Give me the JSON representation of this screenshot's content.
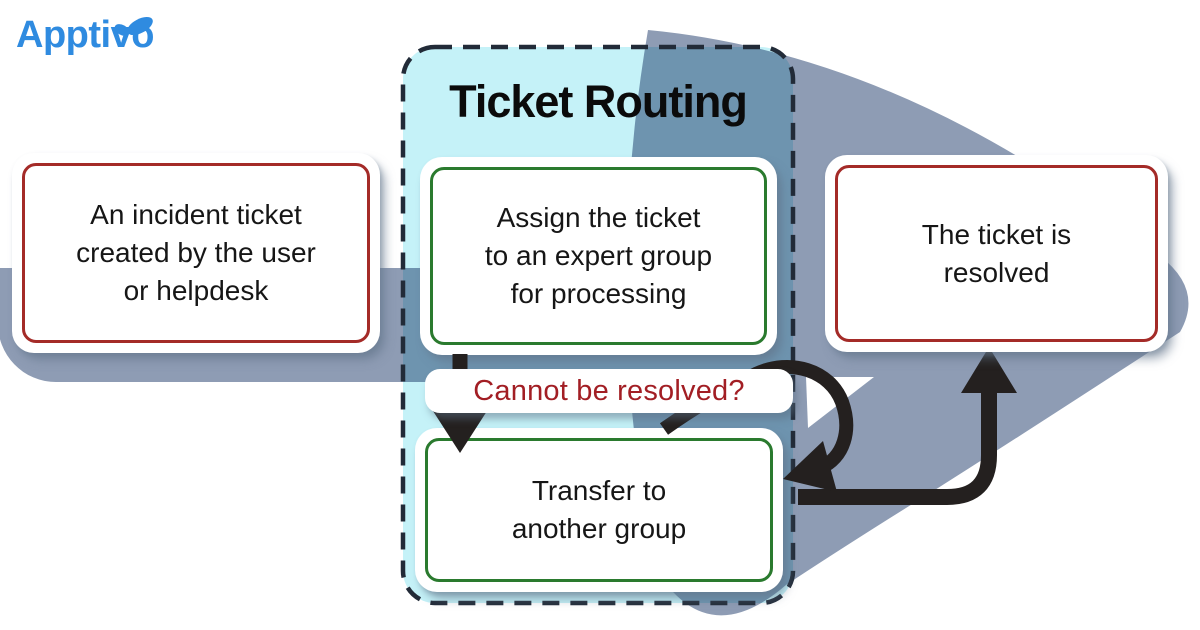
{
  "brand": {
    "name": "Apptivo"
  },
  "diagram": {
    "title": "Ticket Routing",
    "nodes": {
      "incident": {
        "lines": [
          "An incident ticket",
          "created by the user",
          "or helpdesk"
        ],
        "border": "#A42B28"
      },
      "assign": {
        "lines": [
          "Assign the ticket",
          "to an expert group",
          "for processing"
        ],
        "border": "#2A7A2E"
      },
      "resolved": {
        "lines": [
          "The ticket is",
          "resolved"
        ],
        "border": "#A42B28"
      },
      "transfer": {
        "lines": [
          "Transfer to",
          "another group"
        ],
        "border": "#2A7A2E"
      }
    },
    "decision": {
      "label": "Cannot be resolved?",
      "text_color": "#A21E24"
    },
    "colors": {
      "panel_cyan": "#C5F2F8",
      "background_slate": "#8E9CB4",
      "arrow_black": "#24201F",
      "dashed_border": "#222B38",
      "logo_blue": "#2F8BE0"
    }
  }
}
